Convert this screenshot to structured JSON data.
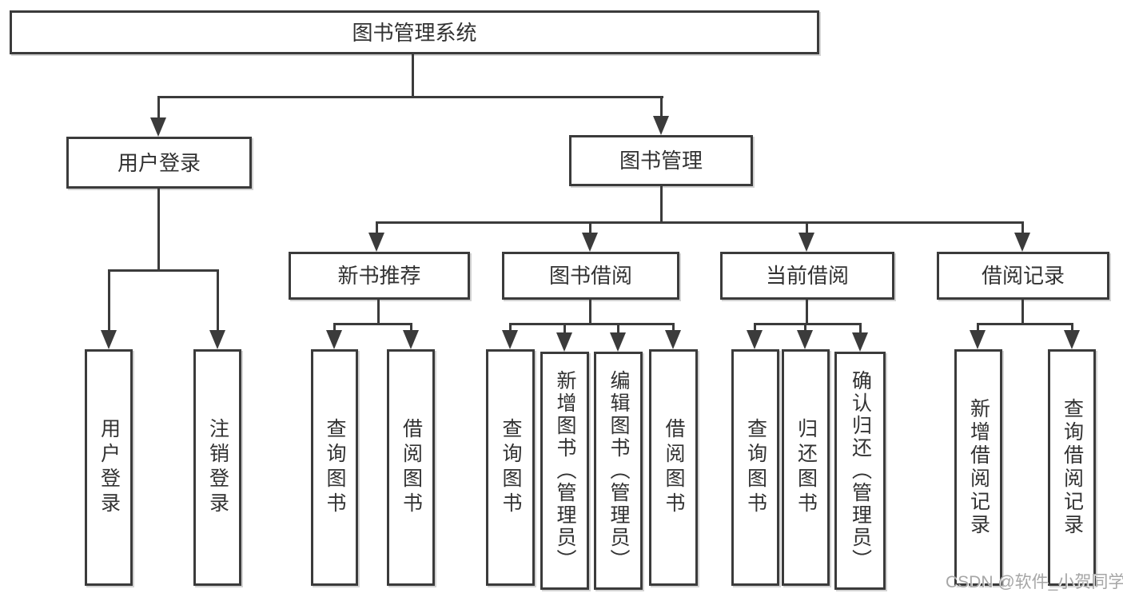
{
  "diagram_type": "hierarchy-tree",
  "title": "图书管理系统",
  "watermark": "CSDN @软件_小贺同学",
  "colors": {
    "line": "#3b3b3b",
    "box_border": "#3b3b3b",
    "box_background": "#ffffff",
    "text": "#323232",
    "watermark_text": "#a6a6a6",
    "page_background": "#ffffff"
  },
  "nodes": {
    "root": {
      "label": "图书管理系统"
    },
    "user_login": {
      "label": "用户登录"
    },
    "book_mgmt": {
      "label": "图书管理"
    },
    "new_books": {
      "label": "新书推荐"
    },
    "borrowing": {
      "label": "图书借阅"
    },
    "current": {
      "label": "当前借阅"
    },
    "records": {
      "label": "借阅记录"
    },
    "user_login_v": {
      "label": "用户登录"
    },
    "logout": {
      "label": "注销登录"
    },
    "nb_query": {
      "label": "查询图书"
    },
    "nb_borrow": {
      "label": "借阅图书"
    },
    "bb_query": {
      "label": "查询图书"
    },
    "bb_add": {
      "label": "新增图书（管理员）"
    },
    "bb_edit": {
      "label": "编辑图书（管理员）"
    },
    "bb_borrow": {
      "label": "借阅图书"
    },
    "cb_query": {
      "label": "查询图书"
    },
    "cb_return": {
      "label": "归还图书"
    },
    "cb_confirm": {
      "label": "确认归还（管理员）"
    },
    "rec_add": {
      "label": "新增借阅记录"
    },
    "rec_query": {
      "label": "查询借阅记录"
    }
  },
  "edges": [
    {
      "from": "图书管理系统",
      "to": "用户登录"
    },
    {
      "from": "图书管理系统",
      "to": "图书管理"
    },
    {
      "from": "用户登录",
      "to": "用户登录"
    },
    {
      "from": "用户登录",
      "to": "注销登录"
    },
    {
      "from": "图书管理",
      "to": "新书推荐"
    },
    {
      "from": "图书管理",
      "to": "图书借阅"
    },
    {
      "from": "图书管理",
      "to": "当前借阅"
    },
    {
      "from": "图书管理",
      "to": "借阅记录"
    },
    {
      "from": "新书推荐",
      "to": "查询图书"
    },
    {
      "from": "新书推荐",
      "to": "借阅图书"
    },
    {
      "from": "图书借阅",
      "to": "查询图书"
    },
    {
      "from": "图书借阅",
      "to": "新增图书（管理员）"
    },
    {
      "from": "图书借阅",
      "to": "编辑图书（管理员）"
    },
    {
      "from": "图书借阅",
      "to": "借阅图书"
    },
    {
      "from": "当前借阅",
      "to": "查询图书"
    },
    {
      "from": "当前借阅",
      "to": "归还图书"
    },
    {
      "from": "当前借阅",
      "to": "确认归还（管理员）"
    },
    {
      "from": "借阅记录",
      "to": "新增借阅记录"
    },
    {
      "from": "借阅记录",
      "to": "查询借阅记录"
    }
  ]
}
